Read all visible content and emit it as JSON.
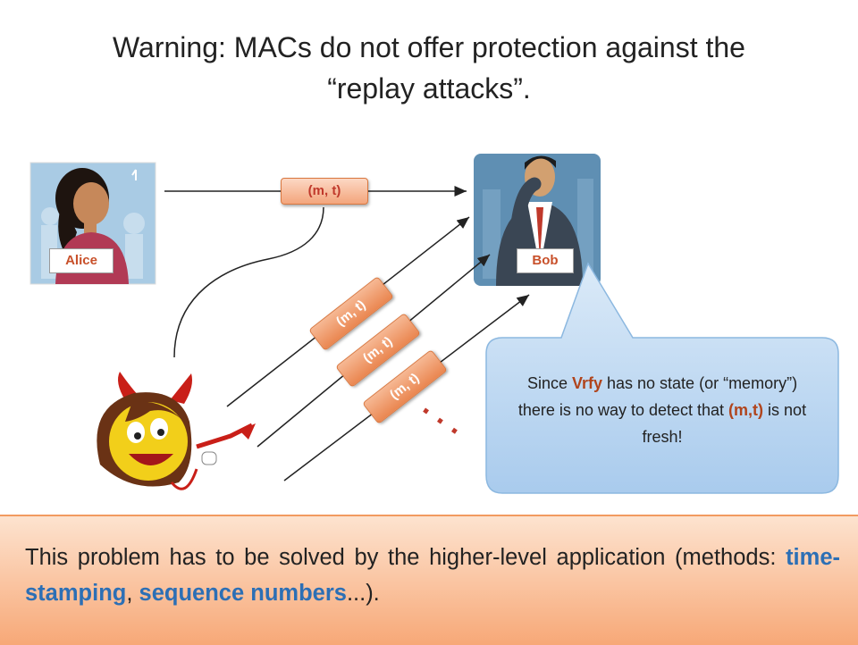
{
  "title_line1": "Warning: MACs do not offer protection against the",
  "title_line2": "“replay attacks”.",
  "alice_label": "Alice",
  "bob_label": "Bob",
  "message_label": "(m, t)",
  "replay_labels": [
    "(m, t)",
    "(m, t)",
    "(m, t)"
  ],
  "ellipsis": "...",
  "callout": {
    "p1": "Since ",
    "vrfy": "Vrfy",
    "p2": " has no state (or “memory”) there is no way to detect that ",
    "mt": "(m,t)",
    "p3": " is not fresh!"
  },
  "bottom": {
    "p1": "This problem has to be solved by the higher-level application (methods: ",
    "ts": "time-stamping",
    "sep": ", ",
    "sn": "sequence numbers",
    "p2": "...)."
  },
  "colors": {
    "highlight": "#b0441c",
    "blue": "#2c6fb5",
    "callout_fill": "#c2dbf3",
    "bottom_fill": "#f7a877"
  }
}
